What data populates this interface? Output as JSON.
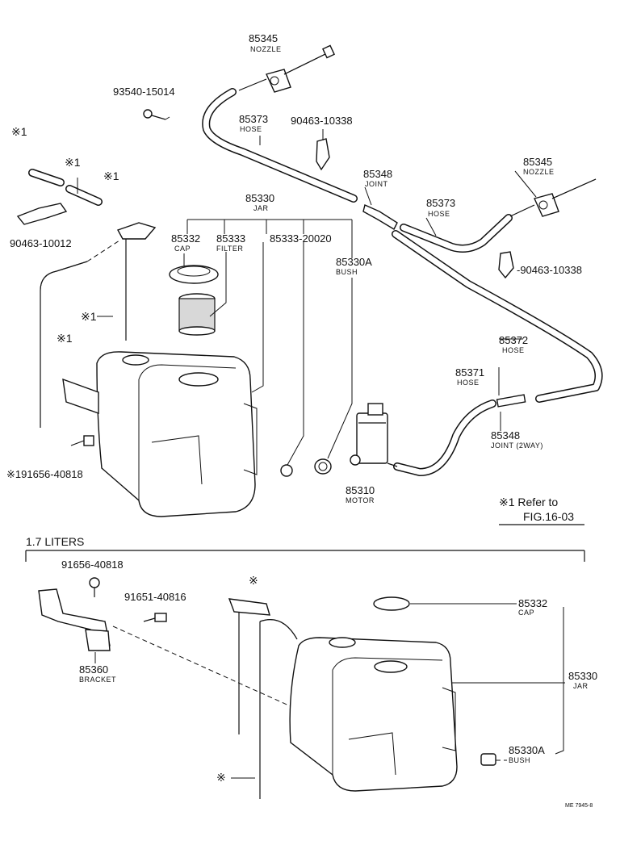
{
  "labels": {
    "nozzle_a_pn": "85345",
    "nozzle_a_nm": "NOZZLE",
    "bolt_93540_pn": "93540-15014",
    "hose_85373_a_pn": "85373",
    "hose_85373_a_nm": "HOSE",
    "clamp_90463_a_pn": "90463-10338",
    "ref1_a": "※1",
    "ref1_b": "※1",
    "ref1_c": "※1",
    "nozzle_b_pn": "85345",
    "nozzle_b_nm": "NOZZLE",
    "joint_85348_a_pn": "85348",
    "joint_85348_a_nm": "JOINT",
    "jar_85330_pn": "85330",
    "jar_85330_nm": "JAR",
    "hose_85373_b_pn": "85373",
    "hose_85373_b_nm": "HOSE",
    "cap_85332_pn": "85332",
    "cap_85332_nm": "CAP",
    "filter_85333_pn": "85333",
    "filter_85333_nm": "FILTER",
    "part_85333_20020_pn": "85333-20020",
    "clamp_90463_10012_pn": "90463-10012",
    "bush_85330A_pn": "85330A",
    "bush_85330A_nm": "BUSH",
    "clamp_90463_b_pn": "-90463-10338",
    "ref1_d": "※1",
    "ref1_e": "※1",
    "hose_85372_pn": "85372",
    "hose_85372_nm": "HOSE",
    "hose_85371_pn": "85371",
    "hose_85371_nm": "HOSE",
    "joint_85348_b_pn": "85348",
    "joint_85348_b_nm": "JOINT (2WAY)",
    "bolt_191656_pn": "※191656-40818",
    "motor_85310_pn": "85310",
    "motor_85310_nm": "MOTOR",
    "refer_note_1": "※1 Refer to",
    "refer_note_2": "FIG.16-03",
    "section_title": "1.7 LITERS",
    "bolt_91656_pn": "91656-40818",
    "bolt_91651_pn": "91651-40816",
    "ref_mark_a": "※",
    "ref_mark_b": "※",
    "cap2_85332_pn": "85332",
    "cap2_85332_nm": "CAP",
    "jar2_85330_pn": "85330",
    "jar2_85330_nm": "JAR",
    "bracket_85360_pn": "85360",
    "bracket_85360_nm": "BRACKET",
    "bush2_85330A_pn": "85330A",
    "bush2_85330A_nm": "BUSH",
    "drawing_code": "ME 7945-8"
  }
}
